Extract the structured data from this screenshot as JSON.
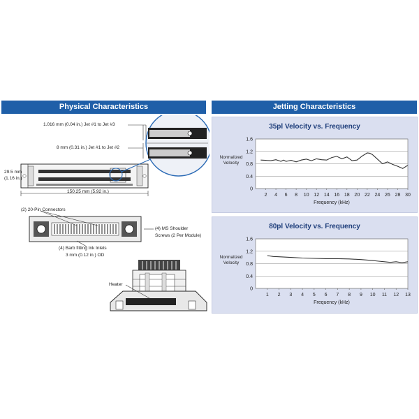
{
  "headers": {
    "physical": "Physical Characteristics",
    "jetting": "Jetting Characteristics"
  },
  "physical": {
    "dim_jet13": "1.016 mm (0.04 in.) Jet #1 to Jet #3",
    "dim_jet12": "8 mm (0.31 in.) Jet #1 to Jet #2",
    "dim_height": "29.5 mm",
    "dim_height_in": "(1.16 in.)",
    "dim_width": "150.25 mm (5.92 in.)",
    "connectors": "(2) 20-Pin Connectors",
    "shoulder_screws": "(4) MS Shoulder",
    "shoulder_screws_2": "Screws (2 Per Module)",
    "barb_inlets": "(4) Barb fitting Ink Inlets",
    "barb_inlets_2": "3 mm (0.12 in.) OD",
    "heater": "Heater"
  },
  "chart_data": [
    {
      "type": "line",
      "title": "35pl Velocity vs. Frequency",
      "xlabel": "Frequency (kHz)",
      "ylabel": "Normalized Velocity",
      "xlim": [
        0,
        30
      ],
      "ylim": [
        0,
        1.6
      ],
      "xticks": [
        2,
        4,
        6,
        8,
        10,
        12,
        14,
        16,
        18,
        20,
        22,
        24,
        26,
        28,
        30
      ],
      "yticks": [
        "0",
        "0.4",
        "0.8",
        "1.2",
        "1.6"
      ],
      "grid": true,
      "color": "#333333",
      "x": [
        1,
        2,
        3,
        4,
        5,
        5.5,
        6,
        7,
        8,
        9,
        10,
        11,
        12,
        13,
        14,
        15,
        16,
        17,
        18,
        19,
        20,
        21,
        22,
        22.5,
        23,
        24,
        25,
        26,
        27,
        28,
        29,
        30
      ],
      "y": [
        0.92,
        0.91,
        0.9,
        0.93,
        0.88,
        0.92,
        0.88,
        0.91,
        0.86,
        0.92,
        0.95,
        0.9,
        0.96,
        0.93,
        0.92,
        1.0,
        1.04,
        0.96,
        1.02,
        0.9,
        0.92,
        1.05,
        1.15,
        1.14,
        1.1,
        0.95,
        0.8,
        0.86,
        0.78,
        0.72,
        0.65,
        0.75
      ]
    },
    {
      "type": "line",
      "title": "80pl Velocity vs. Frequency",
      "xlabel": "Frequency (kHz)",
      "ylabel": "Normalized Velocity",
      "xlim": [
        0,
        13
      ],
      "ylim": [
        0,
        1.6
      ],
      "xticks": [
        1,
        2,
        3,
        4,
        5,
        6,
        7,
        8,
        9,
        10,
        11,
        12,
        13
      ],
      "yticks": [
        "0",
        "0.4",
        "0.8",
        "1.2",
        "1.6"
      ],
      "grid": true,
      "color": "#333333",
      "x": [
        1,
        1.5,
        2,
        3,
        4,
        5,
        6,
        7,
        8,
        9,
        10,
        10.5,
        11,
        11.5,
        12,
        12.5,
        13
      ],
      "y": [
        1.06,
        1.03,
        1.02,
        1.0,
        0.98,
        0.97,
        0.96,
        0.96,
        0.95,
        0.93,
        0.9,
        0.88,
        0.86,
        0.84,
        0.86,
        0.83,
        0.86
      ]
    }
  ]
}
